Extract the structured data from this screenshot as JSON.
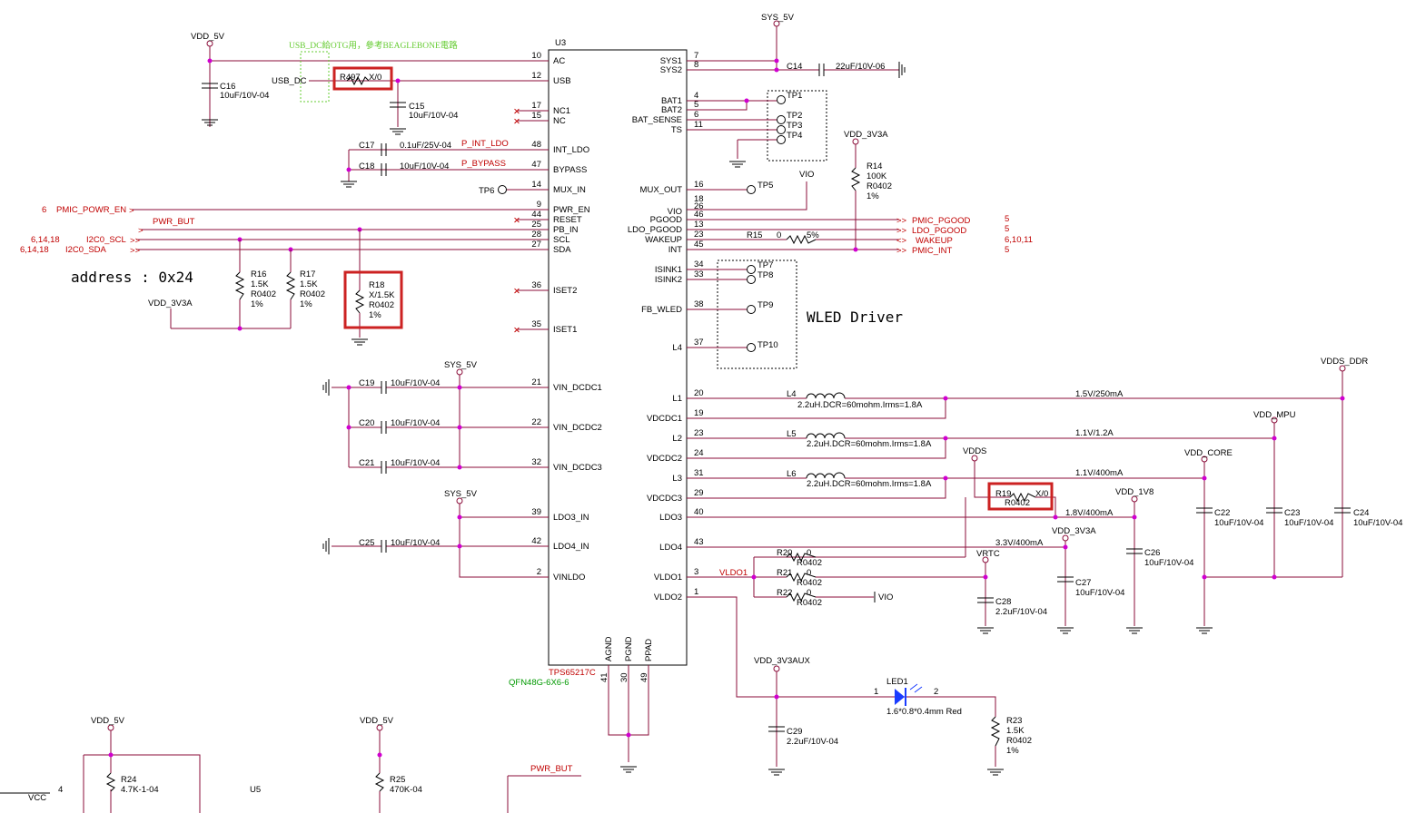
{
  "ic": {
    "ref": "U3",
    "part": "TPS65217C",
    "package": "QFN48G-6X6-6",
    "left_pins": [
      {
        "num": "10",
        "name": "AC"
      },
      {
        "num": "12",
        "name": "USB"
      },
      {
        "num": "17",
        "name": "NC1"
      },
      {
        "num": "15",
        "name": "NC"
      },
      {
        "num": "48",
        "name": "INT_LDO"
      },
      {
        "num": "47",
        "name": "BYPASS"
      },
      {
        "num": "14",
        "name": "MUX_IN"
      },
      {
        "num": "9",
        "name": "PWR_EN"
      },
      {
        "num": "44",
        "name": "RESET"
      },
      {
        "num": "25",
        "name": "PB_IN"
      },
      {
        "num": "28",
        "name": "SCL"
      },
      {
        "num": "27",
        "name": "SDA"
      },
      {
        "num": "36",
        "name": "ISET2"
      },
      {
        "num": "35",
        "name": "ISET1"
      },
      {
        "num": "21",
        "name": "VIN_DCDC1"
      },
      {
        "num": "22",
        "name": "VIN_DCDC2"
      },
      {
        "num": "32",
        "name": "VIN_DCDC3"
      },
      {
        "num": "39",
        "name": "LDO3_IN"
      },
      {
        "num": "42",
        "name": "LDO4_IN"
      },
      {
        "num": "2",
        "name": "VINLDO"
      }
    ],
    "right_pins": [
      {
        "num": "7",
        "name": "SYS1"
      },
      {
        "num": "8",
        "name": "SYS2"
      },
      {
        "num": "4",
        "name": "BAT1"
      },
      {
        "num": "5",
        "name": "BAT2"
      },
      {
        "num": "6",
        "name": "BAT_SENSE"
      },
      {
        "num": "11",
        "name": "TS"
      },
      {
        "num": "16",
        "name": "MUX_OUT"
      },
      {
        "num": "18",
        "name": ""
      },
      {
        "num": "26",
        "name": "VIO"
      },
      {
        "num": "46",
        "name": "PGOOD"
      },
      {
        "num": "13",
        "name": "LDO_PGOOD"
      },
      {
        "num": "23",
        "name": "WAKEUP"
      },
      {
        "num": "45",
        "name": "INT"
      },
      {
        "num": "34",
        "name": "ISINK1"
      },
      {
        "num": "33",
        "name": "ISINK2"
      },
      {
        "num": "38",
        "name": "FB_WLED"
      },
      {
        "num": "37",
        "name": "L4"
      },
      {
        "num": "20",
        "name": "L1"
      },
      {
        "num": "19",
        "name": "VDCDC1"
      },
      {
        "num": "23",
        "name": "L2"
      },
      {
        "num": "24",
        "name": "VDCDC2"
      },
      {
        "num": "31",
        "name": "L3"
      },
      {
        "num": "29",
        "name": "VDCDC3"
      },
      {
        "num": "40",
        "name": "LDO3"
      },
      {
        "num": "43",
        "name": "LDO4"
      },
      {
        "num": "3",
        "name": "VLDO1"
      },
      {
        "num": "1",
        "name": "VLDO2"
      }
    ],
    "bottom_pins": [
      {
        "num": "41",
        "name": "AGND"
      },
      {
        "num": "30",
        "name": "PGND"
      },
      {
        "num": "49",
        "name": "PPAD"
      }
    ]
  },
  "power_labels": {
    "vdd_5v": "VDD_5V",
    "sys_5v": "SYS_5V",
    "vdd_3v3a": "VDD_3V3A",
    "vio": "VIO",
    "vdds_ddr": "VDDS_DDR",
    "vdd_mpu": "VDD_MPU",
    "vdd_core": "VDD_CORE",
    "vdds": "VDDS",
    "vdd_1v8": "VDD_1V8",
    "vrtc": "VRTC",
    "vdd_3v3aux": "VDD_3V3AUX"
  },
  "nets": {
    "usb_dc": "USB_DC",
    "note_usb": "USB_DC給OTG用，參考BEAGLEBONE電路",
    "p_int_ldo": "P_INT_LDO",
    "p_bypass": "P_BYPASS",
    "pmic_powr_en": "PMIC_POWR_EN",
    "pmic_powr_en_ref": "6",
    "pwr_but": "PWR_BUT",
    "i2c0_scl": "I2C0_SCL",
    "i2c0_sda": "I2C0_SDA",
    "i2c_ref": "6,14,18",
    "address": "address : 0x24",
    "pmic_pgood": "PMIC_PGOOD",
    "ldo_pgood": "LDO_PGOOD",
    "wakeup": "WAKEUP",
    "pmic_int": "PMIC_INT",
    "ref5": "5",
    "wakeup_ref": "6,10,11",
    "wled": "WLED Driver",
    "vldo1": "VLDO1",
    "rail1": "1.5V/250mA",
    "rail2": "1.1V/1.2A",
    "rail3": "1.1V/400mA",
    "rail4": "1.8V/400mA",
    "rail5": "3.3V/400mA"
  },
  "components": {
    "R497": {
      "ref": "R497",
      "val": "X/0"
    },
    "C16": {
      "ref": "C16",
      "val": "10uF/10V-04"
    },
    "C15": {
      "ref": "C15",
      "val": "10uF/10V-04"
    },
    "C17": {
      "ref": "C17",
      "val": "0.1uF/25V-04"
    },
    "C18": {
      "ref": "C18",
      "val": "10uF/10V-04"
    },
    "TP6": "TP6",
    "R16": {
      "ref": "R16",
      "val": "1.5K",
      "pkg": "R0402",
      "tol": "1%"
    },
    "R17": {
      "ref": "R17",
      "val": "1.5K",
      "pkg": "R0402",
      "tol": "1%"
    },
    "R18": {
      "ref": "R18",
      "val": "X/1.5K",
      "pkg": "R0402",
      "tol": "1%"
    },
    "C14": {
      "ref": "C14",
      "val": "22uF/10V-06"
    },
    "TP1": "TP1",
    "TP2": "TP2",
    "TP3": "TP3",
    "TP4": "TP4",
    "TP5": "TP5",
    "TP7": "TP7",
    "TP8": "TP8",
    "TP9": "TP9",
    "TP10": "TP10",
    "R14": {
      "ref": "R14",
      "val": "100K",
      "pkg": "R0402",
      "tol": "1%"
    },
    "R15": {
      "ref": "R15",
      "val": "0",
      "tol": "5%"
    },
    "C19": {
      "ref": "C19",
      "val": "10uF/10V-04"
    },
    "C20": {
      "ref": "C20",
      "val": "10uF/10V-04"
    },
    "C21": {
      "ref": "C21",
      "val": "10uF/10V-04"
    },
    "C25": {
      "ref": "C25",
      "val": "10uF/10V-04"
    },
    "L4": {
      "ref": "L4",
      "val": "2.2uH.DCR=60mohm.Irms=1.8A"
    },
    "L5": {
      "ref": "L5",
      "val": "2.2uH.DCR=60mohm.Irms=1.8A"
    },
    "L6": {
      "ref": "L6",
      "val": "2.2uH.DCR=60mohm.Irms=1.8A"
    },
    "R19": {
      "ref": "R19",
      "val": "X/0",
      "pkg": "R0402"
    },
    "R20": {
      "ref": "R20",
      "val": "0",
      "pkg": "R0402"
    },
    "R21": {
      "ref": "R21",
      "val": "0",
      "pkg": "R0402"
    },
    "R22": {
      "ref": "R22",
      "val": "0",
      "pkg": "R0402"
    },
    "C22": {
      "ref": "C22",
      "val": "10uF/10V-04"
    },
    "C23": {
      "ref": "C23",
      "val": "10uF/10V-04"
    },
    "C24": {
      "ref": "C24",
      "val": "10uF/10V-04"
    },
    "C26": {
      "ref": "C26",
      "val": "10uF/10V-04"
    },
    "C27": {
      "ref": "C27",
      "val": "10uF/10V-04"
    },
    "C28": {
      "ref": "C28",
      "val": "2.2uF/10V-04"
    },
    "C29": {
      "ref": "C29",
      "val": "2.2uF/10V-04"
    },
    "LED1": {
      "ref": "LED1",
      "val": "1.6*0.8*0.4mm Red",
      "pin1": "1",
      "pin2": "2"
    },
    "R23": {
      "ref": "R23",
      "val": "1.5K",
      "pkg": "R0402",
      "tol": "1%"
    },
    "R24": {
      "ref": "R24",
      "val": "4.7K-1-04"
    },
    "R25": {
      "ref": "R25",
      "val": "470K-04"
    },
    "U5": "U5",
    "vcc_partial": "VCC",
    "pin4": "4"
  },
  "colors": {
    "wire": "#8b0d3a",
    "net_label": "#c00000",
    "junction": "#d000d0",
    "highlight": "#cc2222",
    "note": "#66cc33",
    "led": "#1a3cff"
  }
}
